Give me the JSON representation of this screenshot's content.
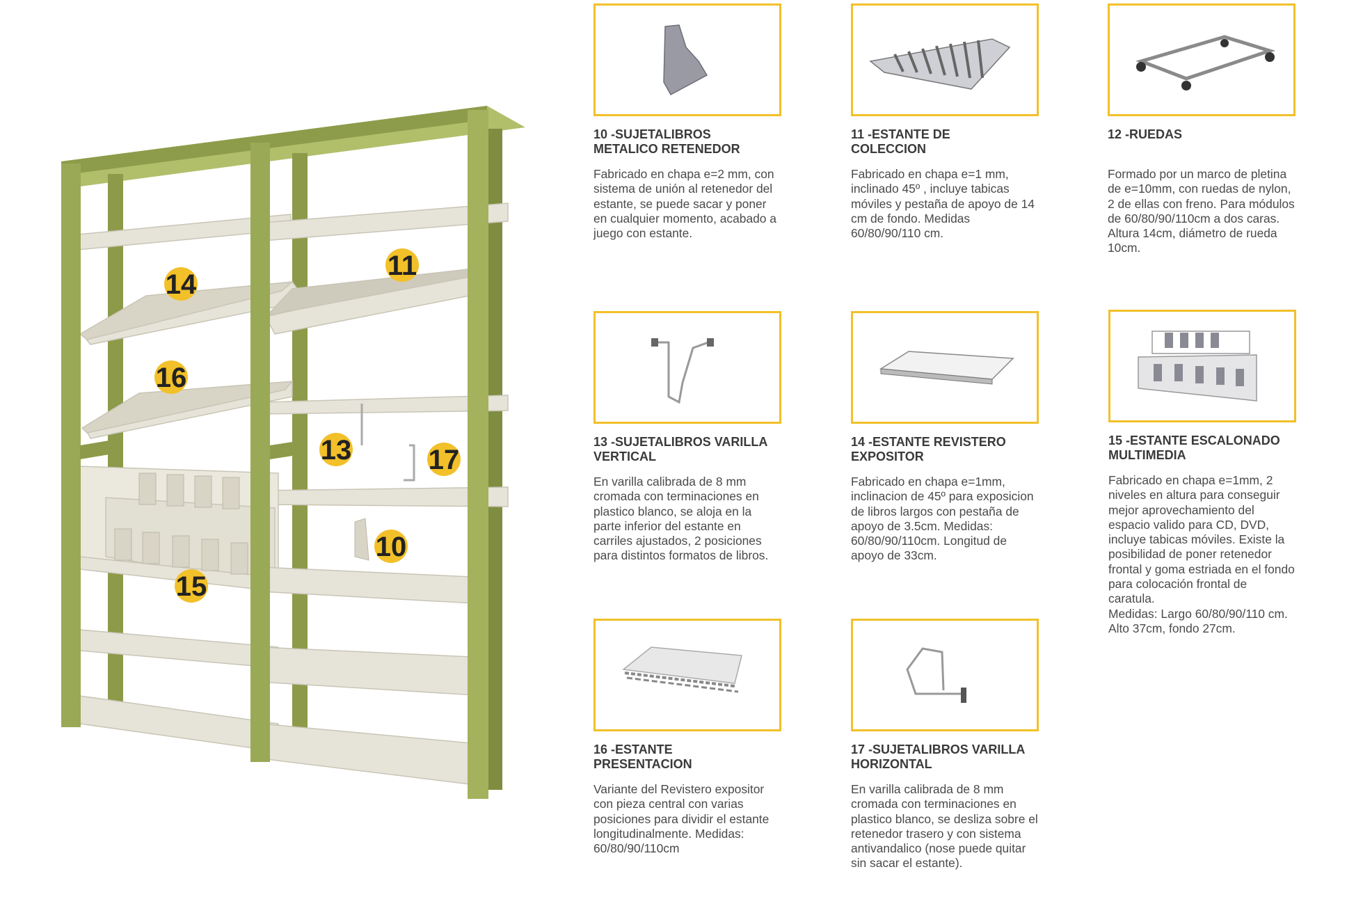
{
  "markers": [
    {
      "id": "marker-14",
      "label": "14"
    },
    {
      "id": "marker-11",
      "label": "11"
    },
    {
      "id": "marker-16",
      "label": "16"
    },
    {
      "id": "marker-13",
      "label": "13"
    },
    {
      "id": "marker-17",
      "label": "17"
    },
    {
      "id": "marker-10",
      "label": "10"
    },
    {
      "id": "marker-15",
      "label": "15"
    }
  ],
  "items": {
    "i10": {
      "title": "10 -SUJETALIBROS\nMETALICO RETENEDOR",
      "description": "Fabricado en chapa e=2 mm, con sistema de unión al retenedor del estante, se puede sacar y poner en cualquier momento, acabado a juego con estante.",
      "icon": "bookend-plate-icon"
    },
    "i11": {
      "title": "11 -ESTANTE DE\nCOLECCION",
      "description": "Fabricado en chapa e=1 mm, inclinado 45º , incluye tabicas móviles y pestaña de apoyo de 14 cm de fondo. Medidas 60/80/90/110 cm.",
      "icon": "collection-shelf-icon"
    },
    "i12": {
      "title": "12 -RUEDAS",
      "description": "Formado por un marco de pletina de e=10mm, con ruedas de nylon, 2 de ellas con freno. Para módulos de 60/80/90/110cm a dos caras. Altura 14cm, diámetro de rueda 10cm.",
      "icon": "wheel-frame-icon"
    },
    "i13": {
      "title": "13 -SUJETALIBROS VARILLA\nVERTICAL",
      "description": "En varilla calibrada de 8 mm cromada con terminaciones en plastico blanco, se aloja en la parte inferior del estante en carriles ajustados, 2 posiciones para distintos formatos de libros.",
      "icon": "vertical-rod-icon"
    },
    "i14": {
      "title": "14 -ESTANTE REVISTERO\nEXPOSITOR",
      "description": "Fabricado en chapa e=1mm, inclinacion de 45º para exposicion de libros largos con pestaña de apoyo de 3.5cm. Medidas: 60/80/90/110cm. Longitud de apoyo de 33cm.",
      "icon": "magazine-shelf-icon"
    },
    "i15": {
      "title": "15 -ESTANTE ESCALONADO\nMULTIMEDIA",
      "description": "Fabricado en chapa e=1mm, 2 niveles en altura para conseguir mejor aprovechamiento del espacio valido para CD, DVD, incluye tabicas móviles. Existe la posibilidad de poner retenedor frontal y goma estriada en el fondo para colocación frontal de caratula.\nMedidas: Largo 60/80/90/110 cm. Alto 37cm, fondo 27cm.",
      "icon": "stepped-shelf-icon"
    },
    "i16": {
      "title": "16 -ESTANTE\nPRESENTACION",
      "description": "Variante del Revistero expositor con pieza central con varias posiciones para dividir el estante longitudinalmente. Medidas: 60/80/90/110cm",
      "icon": "presentation-shelf-icon"
    },
    "i17": {
      "title": "17 -SUJETALIBROS VARILLA\nHORIZONTAL",
      "description": "En varilla calibrada de 8 mm cromada con terminaciones en plastico blanco, se desliza sobre el retenedor trasero y con sistema antivandalico (nose puede quitar sin sacar el estante).",
      "icon": "horizontal-rod-icon"
    }
  },
  "colors": {
    "frame": "#9aa956",
    "shelf": "#e6e3d8",
    "accent": "#f2c029",
    "text": "#3a3a3a"
  }
}
